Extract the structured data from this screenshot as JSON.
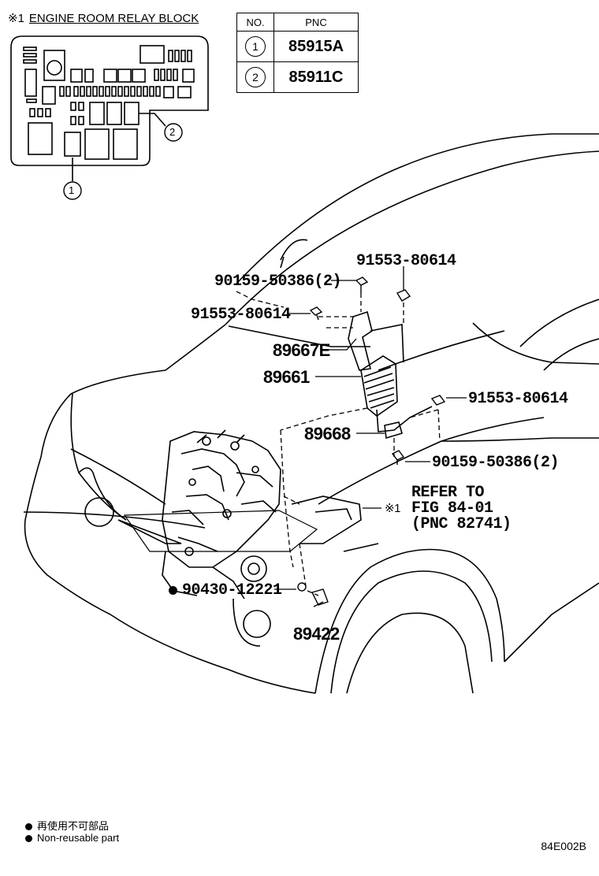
{
  "inset": {
    "marker": "※1",
    "title": "ENGINE ROOM RELAY BLOCK",
    "callouts": [
      "1",
      "2"
    ]
  },
  "pnc_table": {
    "headers": [
      "NO.",
      "PNC"
    ],
    "rows": [
      {
        "no": "1",
        "pnc": "85915A"
      },
      {
        "no": "2",
        "pnc": "85911C"
      }
    ]
  },
  "parts": {
    "p_91553_top": "91553-80614",
    "p_90159_top": "90159-50386(2)",
    "p_91553_left": "91553-80614",
    "p_89667e": "89667E",
    "p_89661": "89661",
    "p_91553_right": "91553-80614",
    "p_89668": "89668",
    "p_90159_bottom": "90159-50386(2)",
    "refer_marker": "※1",
    "refer_line1": "REFER TO",
    "refer_line2": "FIG 84-01",
    "refer_line3": "(PNC 82741)",
    "p_90430": "90430-12221",
    "p_89422": "89422"
  },
  "legend": {
    "line1": "再使用不可部品",
    "line2": "Non-reusable part"
  },
  "figure_code": "84E002B"
}
